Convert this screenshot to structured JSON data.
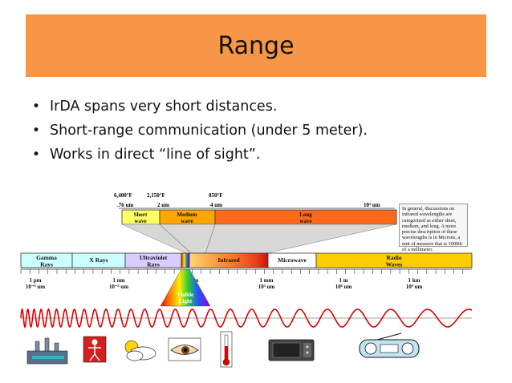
{
  "slide": {
    "title": "Range",
    "bullets": [
      "IrDA spans very short distances.",
      "Short-range communication (under  5 meter).",
      "Works in direct “line of sight”."
    ]
  },
  "diagram": {
    "temps": [
      "6,400°F",
      "2,150°F",
      "850°F"
    ],
    "ir_scale": [
      ".76 um",
      "2 um",
      "4 um",
      "10³ um"
    ],
    "ir_bands": [
      {
        "label": "Short\nwave",
        "color": "#ffff66"
      },
      {
        "label": "Medium\nwave",
        "color": "#ffa500"
      },
      {
        "label": "Long\nwave",
        "color": "#ff6a1a"
      }
    ],
    "spectrum_bands": [
      {
        "label": "Gamma\nRays",
        "color": "#ccffff"
      },
      {
        "label": "X Rays",
        "color": "#ccffff"
      },
      {
        "label": "Ultraviolet\nRays",
        "color": "#d9ccff"
      },
      {
        "label": "Infrared",
        "color": "#ff6a1a"
      },
      {
        "label": "Microwave",
        "color": "#ffffff"
      },
      {
        "label": "Radio\nWaves",
        "color": "#ffcc00"
      }
    ],
    "wavelengths": [
      {
        "label": "1 pm\n10⁻⁶ um"
      },
      {
        "label": "1 nm\n10⁻³ um"
      },
      {
        "label": "1 um"
      },
      {
        "label": "1 mm\n10³ um"
      },
      {
        "label": "1 m\n10⁶ um"
      },
      {
        "label": "1 km\n10⁹ um"
      }
    ],
    "visible_label": "Visible\nLight",
    "note": "In general, discussions on infrared wavelengths are categorized as either short, medium, and long. A more precise description of these wavelengths is in Microns, a unit of measure that is 1000th of a millimeter.",
    "icons": [
      "factory-icon",
      "skeleton-xray-icon",
      "sun-cloud-icon",
      "eye-icon",
      "thermometer-icon",
      "microwave-oven-icon",
      "radio-icon"
    ]
  }
}
